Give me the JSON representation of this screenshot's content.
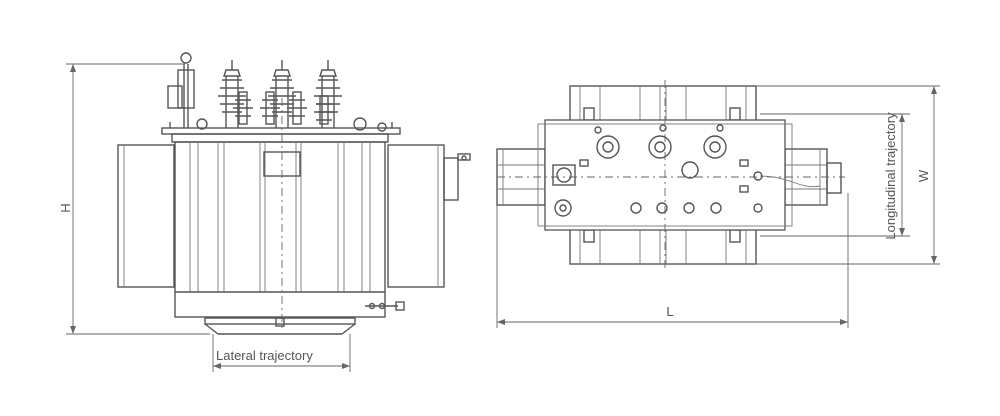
{
  "labels": {
    "height": "H",
    "lateral": "Lateral trajectory",
    "length": "L",
    "width": "W",
    "longitudinal": "Longitudinal trajectory"
  }
}
